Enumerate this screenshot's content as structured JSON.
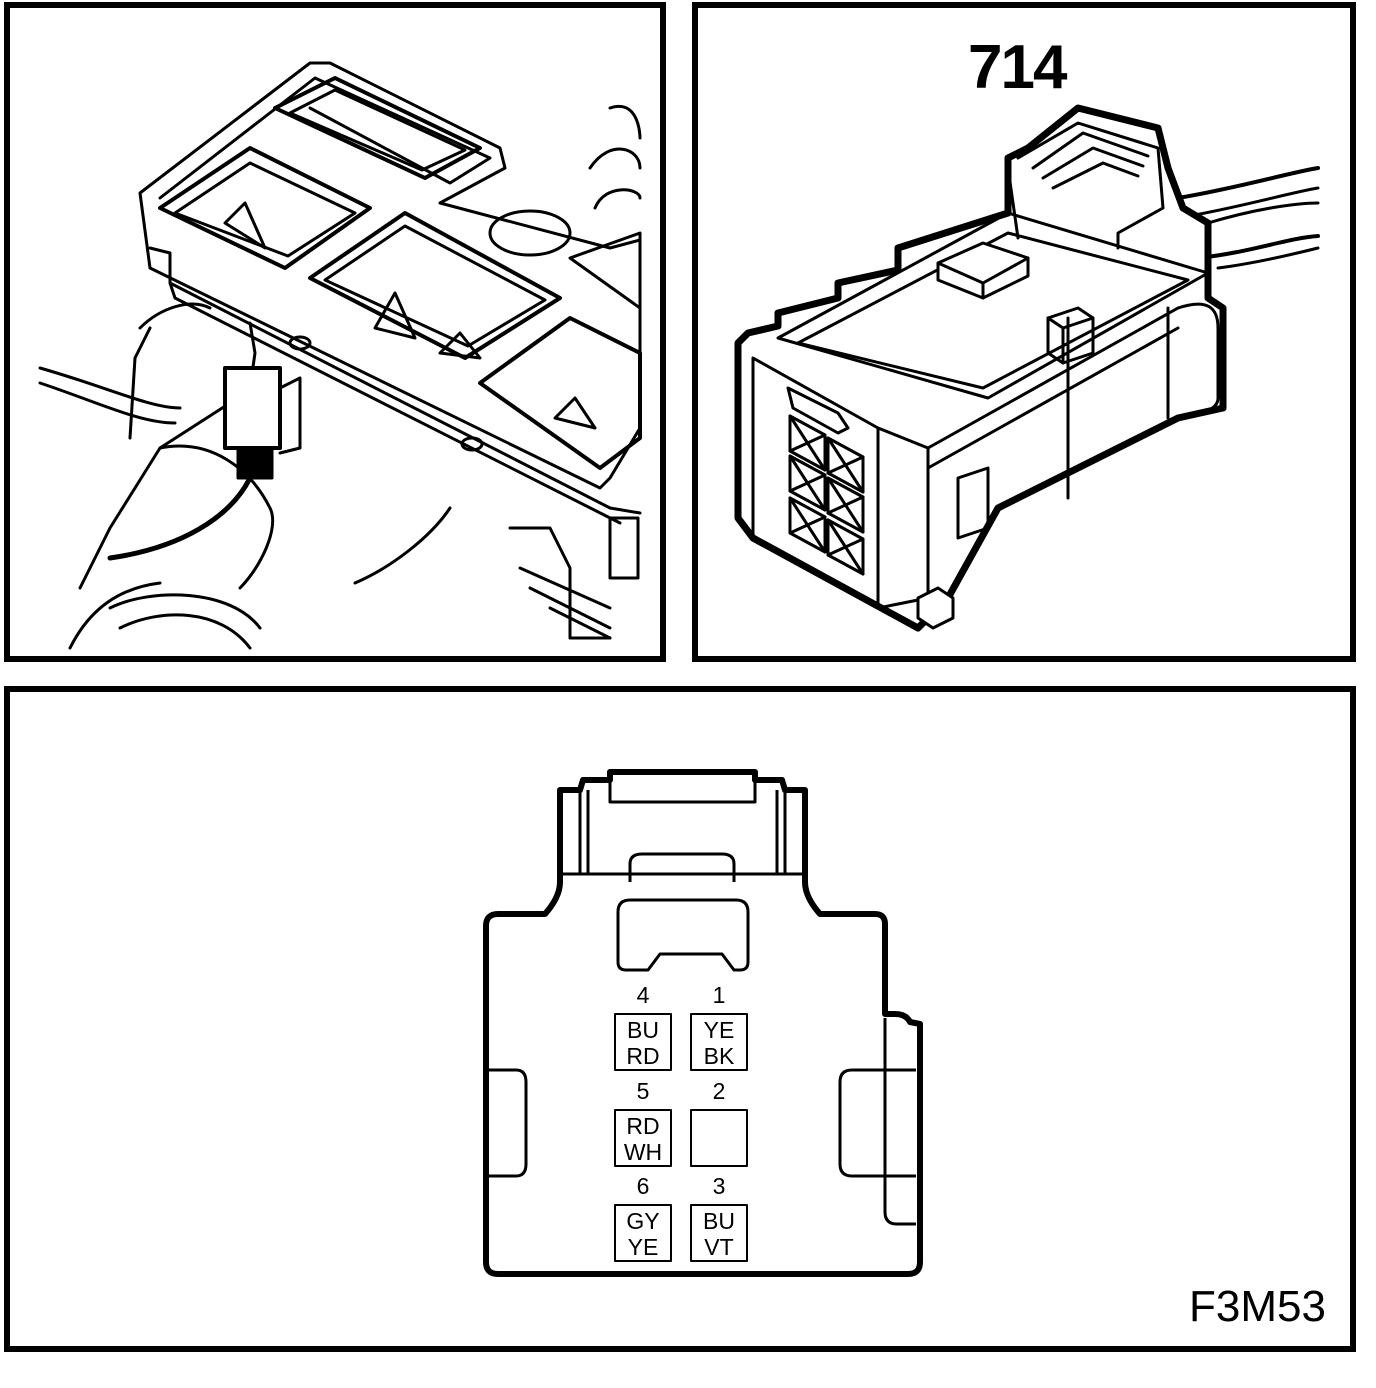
{
  "connector_number": "714",
  "figure_code": "F3M53",
  "pins": [
    {
      "pin": "4",
      "wire_top": "BU",
      "wire_bottom": "RD"
    },
    {
      "pin": "1",
      "wire_top": "YE",
      "wire_bottom": "BK"
    },
    {
      "pin": "5",
      "wire_top": "RD",
      "wire_bottom": "WH"
    },
    {
      "pin": "2",
      "wire_top": "",
      "wire_bottom": ""
    },
    {
      "pin": "6",
      "wire_top": "GY",
      "wire_bottom": "YE"
    },
    {
      "pin": "3",
      "wire_top": "BU",
      "wire_bottom": "VT"
    }
  ],
  "icons": [
    "connector-location-illustration",
    "connector-3d-illustration",
    "connector-face-view"
  ]
}
